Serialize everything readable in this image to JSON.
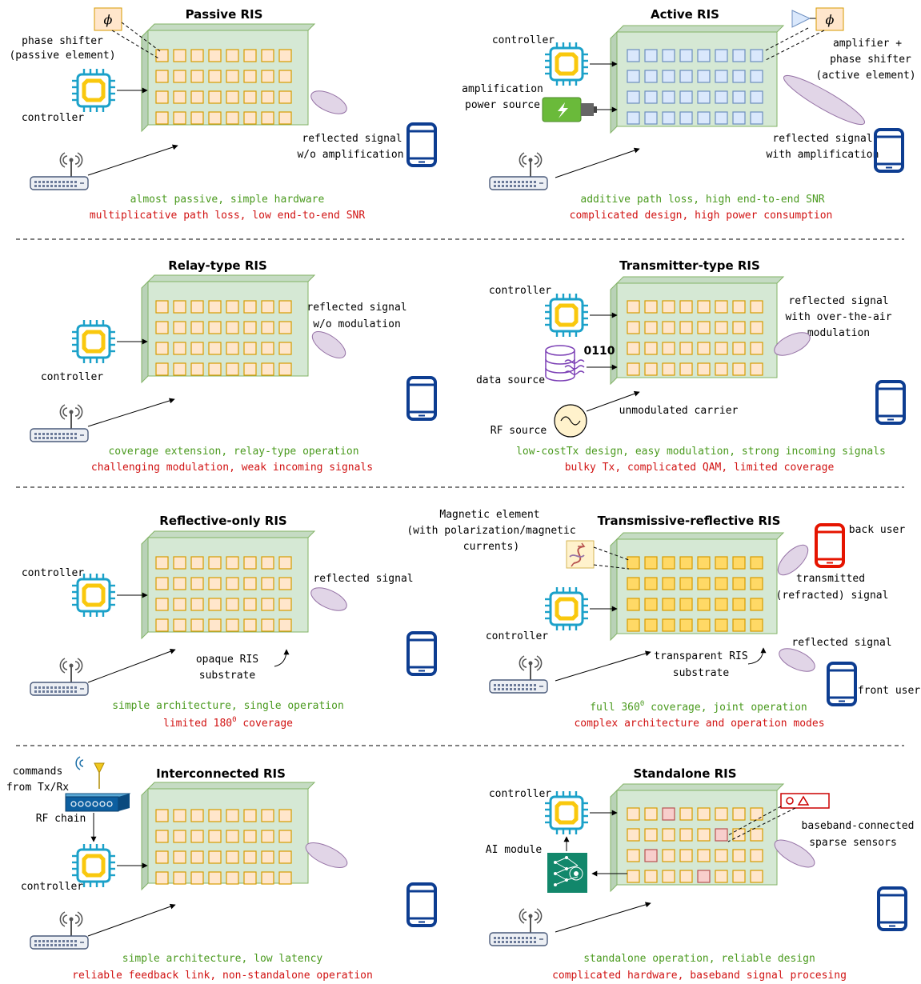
{
  "panels": {
    "passive": {
      "title": "Passive RIS",
      "element_label": [
        "phase shifter",
        "(passive element)"
      ],
      "phi": "ϕ",
      "controller": "controller",
      "signal": [
        "reflected signal",
        "w/o amplification"
      ],
      "pro": "almost passive, simple hardware",
      "con": "multiplicative path loss, low end-to-end SNR"
    },
    "active": {
      "title": "Active RIS",
      "controller": "controller",
      "power": [
        "amplification",
        "power source"
      ],
      "element_label": [
        "amplifier +",
        "phase shifter",
        "(active element)"
      ],
      "phi": "ϕ",
      "signal": [
        "reflected signal",
        "with amplification"
      ],
      "pro": "additive path loss, high end-to-end SNR",
      "con": "complicated design, high power consumption"
    },
    "relay": {
      "title": "Relay-type RIS",
      "controller": "controller",
      "signal": [
        "reflected signal",
        "w/o modulation"
      ],
      "pro": "coverage extension, relay-type operation",
      "con": "challenging modulation, weak incoming signals"
    },
    "transmitter": {
      "title": "Transmitter-type RIS",
      "controller": "controller",
      "data_source": "data source",
      "bits": "0110",
      "rf_source": "RF source",
      "carrier": "unmodulated carrier",
      "signal": [
        "reflected signal",
        "with over-the-air",
        "modulation"
      ],
      "pro": "low-costTx design, easy modulation, strong incoming signals",
      "con": "bulky Tx, complicated QAM, limited coverage"
    },
    "reflective": {
      "title": "Reflective-only RIS",
      "controller": "controller",
      "substrate": [
        "opaque RIS",
        "substrate"
      ],
      "signal": "reflected signal",
      "pro": "simple architecture, single operation",
      "con_before": "limited 180",
      "con_sup": "0",
      "con_after": " coverage"
    },
    "transmissive": {
      "title": "Transmissive-reflective RIS",
      "magnetic": [
        "Magnetic element",
        "(with polarization/magnetic",
        "currents)"
      ],
      "controller": "controller",
      "back_user": "back user",
      "transmitted": [
        "transmitted",
        "(refracted) signal"
      ],
      "reflected": "reflected signal",
      "front_user": "front user",
      "substrate": [
        "transparent RIS",
        "substrate"
      ],
      "pro_before": "full 360",
      "pro_sup": "0",
      "pro_after": " coverage, joint operation",
      "con": "complex architecture and operation modes"
    },
    "interconnected": {
      "title": "Interconnected RIS",
      "commands": [
        "commands",
        "from Tx/Rx"
      ],
      "rf_chain": "RF chain",
      "controller": "controller",
      "pro": "simple architecture, low latency",
      "con": "reliable feedback link, non-standalone operation"
    },
    "standalone": {
      "title": "Standalone RIS",
      "controller": "controller",
      "ai_module": "AI module",
      "sensors": [
        "baseband-connected",
        "sparse sensors"
      ],
      "pro": "standalone operation, reliable design",
      "con": "complicated hardware, baseband signal procesing"
    }
  },
  "colors": {
    "panel_fill": "#d5e8d4",
    "panel_stroke": "#82b366",
    "element_fill": "#ffe6cc",
    "element_stroke": "#d79b00",
    "active_element_fill": "#dae8fc",
    "active_element_stroke": "#6c8ebf",
    "magnetic_element_fill": "#fff2cc",
    "sensor_fill": "#f8cecc",
    "signal_fill": "#e1d5e7",
    "signal_stroke": "#9673a6",
    "chip": "#1ba1c9",
    "chip_core": "#f9c80e",
    "phone": "#0d3d91",
    "back_phone": "#e51400",
    "pro_text": "#4a9a1e",
    "con_text": "#d11313"
  },
  "icons": [
    "controller-chip-icon",
    "router-icon",
    "smartphone-icon",
    "phase-shifter-icon",
    "amplifier-icon",
    "battery-icon",
    "database-icon",
    "sine-source-icon",
    "antenna-icon",
    "rf-chain-icon",
    "ai-module-icon",
    "sensor-icon",
    "magnetic-element-icon"
  ]
}
